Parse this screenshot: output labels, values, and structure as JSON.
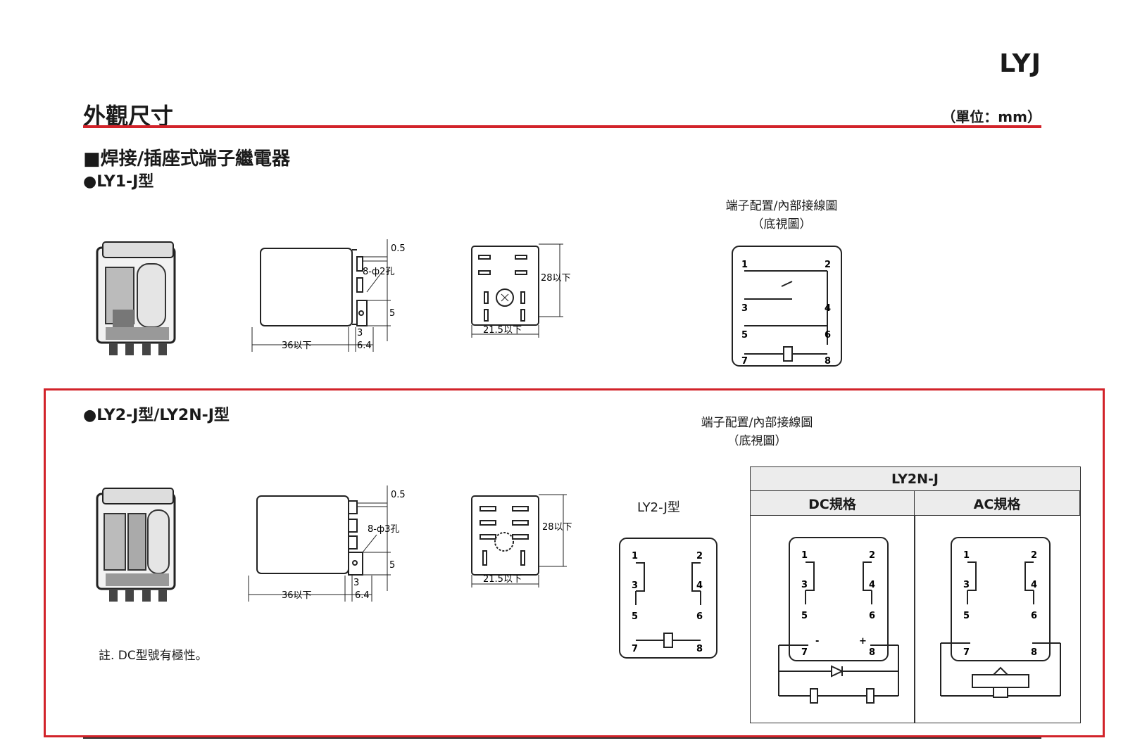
{
  "header": {
    "model_code": "LYJ",
    "section_title": "外觀尺寸",
    "unit": "（單位：mm）"
  },
  "section": {
    "title": "■焊接/插座式端子繼電器"
  },
  "ly1": {
    "heading": "●LY1-J型",
    "terminal_caption_1": "端子配置/內部接線圖",
    "terminal_caption_2": "（底視圖）",
    "dims": {
      "d_05": "0.5",
      "d_hole": "8-ф2孔",
      "d_5": "5",
      "d_3": "3",
      "d_36": "36以下",
      "d_64": "6.4",
      "d_28": "28以下",
      "d_215": "21.5以下"
    },
    "pins": [
      "1",
      "2",
      "3",
      "4",
      "5",
      "6",
      "7",
      "8"
    ]
  },
  "ly2": {
    "heading": "●LY2-J型/LY2N-J型",
    "terminal_caption_1": "端子配置/內部接線圖",
    "terminal_caption_2": "（底視圖）",
    "ly2_label": "LY2-J型",
    "dims": {
      "d_05": "0.5",
      "d_hole": "8-ф3孔",
      "d_5": "5",
      "d_3": "3",
      "d_36": "36以下",
      "d_64": "6.4",
      "d_28": "28以下",
      "d_215": "21.5以下"
    },
    "pins": [
      "1",
      "2",
      "3",
      "4",
      "5",
      "6",
      "7",
      "8"
    ],
    "table": {
      "title": "LY2N-J",
      "col_dc": "DC規格",
      "col_ac": "AC規格"
    },
    "dc_plus": "+",
    "dc_minus": "-",
    "note": "註. DC型號有極性。"
  }
}
